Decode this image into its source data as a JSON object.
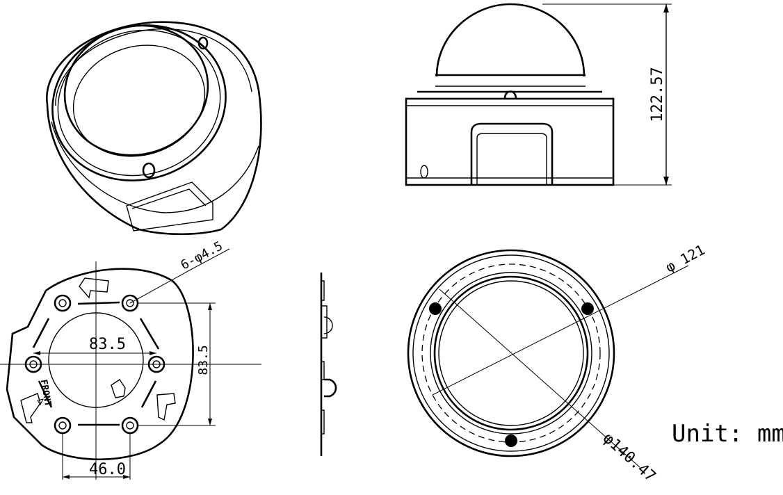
{
  "dimensions": {
    "height": "122.57",
    "hole_spec": "6-φ4.5",
    "hole_spacing_horizontal": "83.5",
    "hole_spacing_vertical": "83.5",
    "bottom_spacing": "46.0",
    "inner_diameter": "φ 121",
    "outer_diameter": "φ140.47"
  },
  "plate_mark": "FRONT",
  "unit_text": "Unit: mm"
}
